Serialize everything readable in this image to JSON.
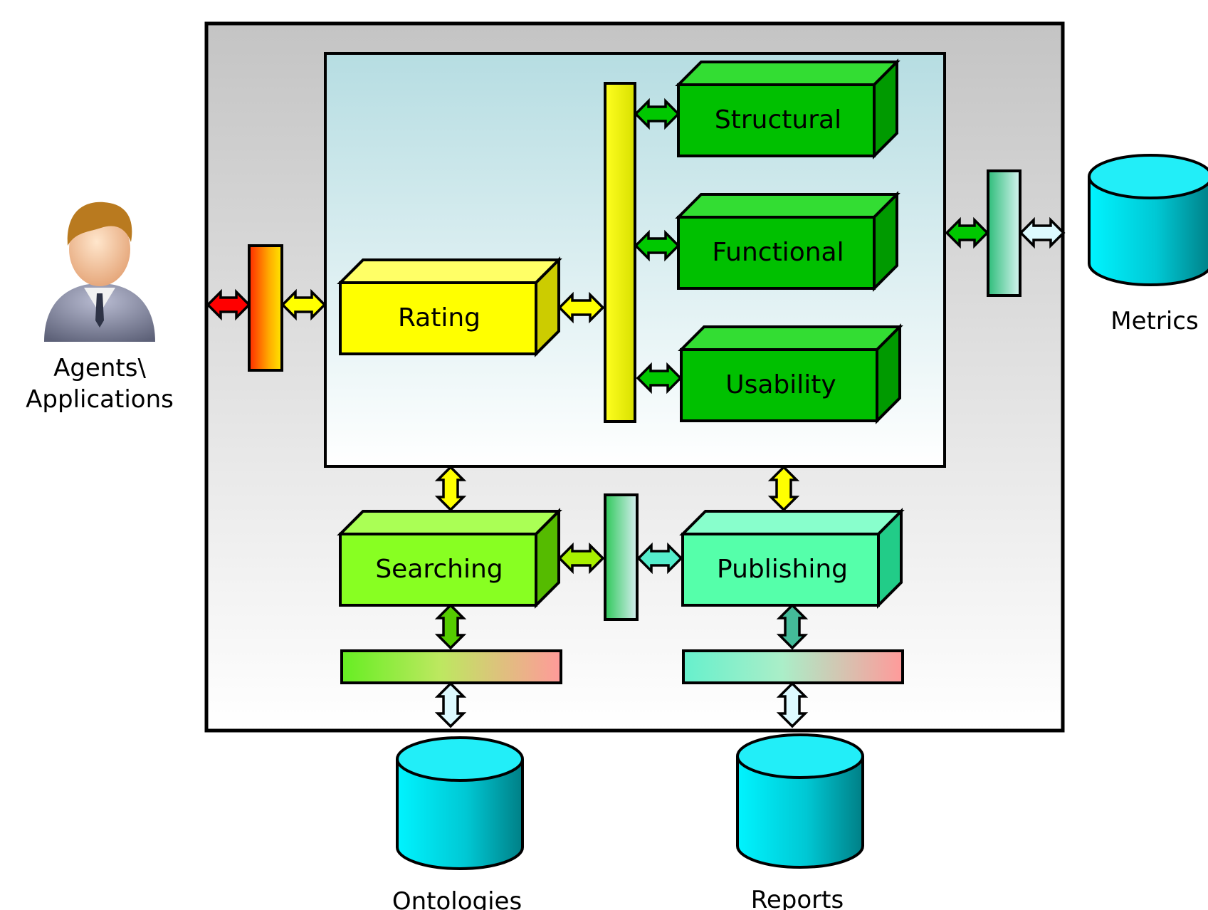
{
  "components": {
    "rating": "Rating",
    "structural": "Structural",
    "functional": "Functional",
    "usability": "Usability",
    "searching": "Searching",
    "publishing": "Publishing"
  },
  "external": {
    "agents_line1": "Agents\\",
    "agents_line2": "Applications",
    "metrics": "Metrics",
    "ontologies": "Ontologies",
    "reports": "Reports"
  },
  "colors": {
    "rating": "#ffff00",
    "evaluators": "#00c000",
    "searching": "#88ff22",
    "publishing": "#55ffaa",
    "database": "#00e8f0",
    "agent_arrow": "#ff0000"
  }
}
